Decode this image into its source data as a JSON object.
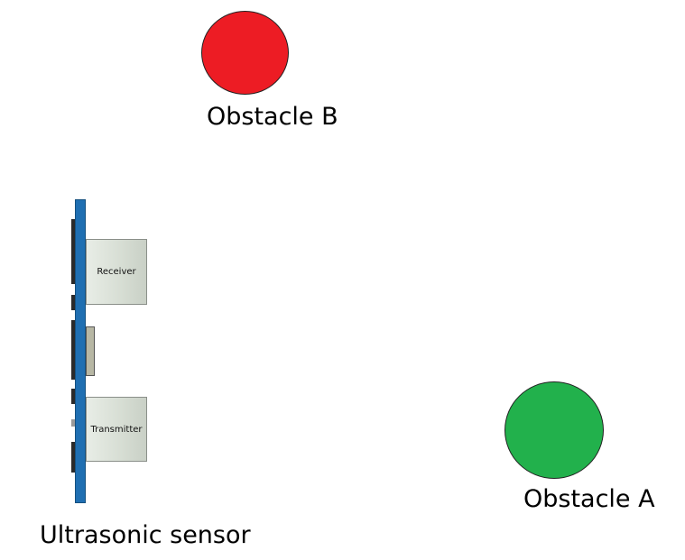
{
  "obstacles": [
    {
      "label": "Obstacle B",
      "color": "#ed1c24"
    },
    {
      "label": "Obstacle A",
      "color": "#22b14c"
    }
  ],
  "sensor": {
    "label": "Ultrasonic sensor",
    "receiver_label": "Receiver",
    "transmitter_label": "Transmitter",
    "board_color": "#1f6fb2"
  }
}
